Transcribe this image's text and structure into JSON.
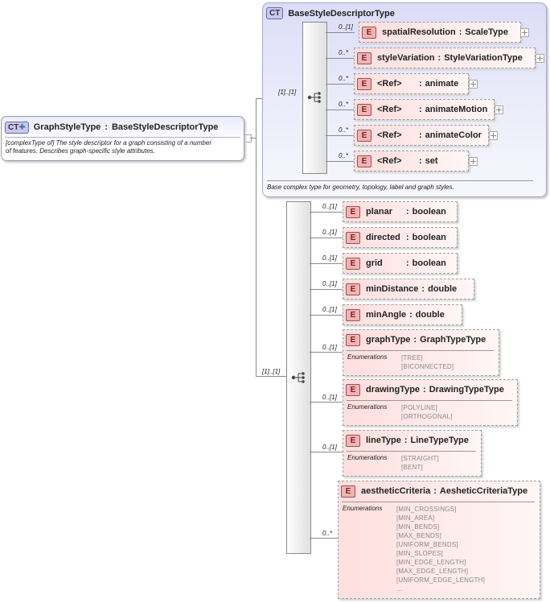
{
  "complex_type": {
    "badge": "CT",
    "name": "GraphStyleType",
    "base": "BaseStyleDescriptorType",
    "doc_prefix": "[complexType of]",
    "doc_line1": " The style descriptor for a graph consisting of a number",
    "doc_line2": "of features. Describes graph-specific style attributes."
  },
  "base_type": {
    "badge": "CT",
    "name": "BaseStyleDescriptorType",
    "doc": "Base complex type for geometry, topology, label and graph styles.",
    "sequence_cardinality": "[1]..[1]",
    "elements": [
      {
        "badge": "E",
        "card": "0..[1]",
        "ref": "",
        "name": "spatialResolution",
        "type": "ScaleType"
      },
      {
        "badge": "E",
        "card": "0..*",
        "ref": "",
        "name": "styleVariation",
        "type": "StyleVariationType"
      },
      {
        "badge": "E",
        "card": "0..*",
        "ref": "<Ref>",
        "name": "",
        "type": "animate"
      },
      {
        "badge": "E",
        "card": "0..*",
        "ref": "<Ref>",
        "name": "",
        "type": "animateMotion"
      },
      {
        "badge": "E",
        "card": "0..*",
        "ref": "<Ref>",
        "name": "",
        "type": "animateColor"
      },
      {
        "badge": "E",
        "card": "0..*",
        "ref": "<Ref>",
        "name": "",
        "type": "set"
      }
    ]
  },
  "graph_sequence": {
    "cardinality": "[1]..[1]",
    "elements": [
      {
        "badge": "E",
        "card": "0..[1]",
        "name": "planar",
        "type": "boolean"
      },
      {
        "badge": "E",
        "card": "0..[1]",
        "name": "directed",
        "type": "boolean"
      },
      {
        "badge": "E",
        "card": "0..[1]",
        "name": "grid",
        "type": "boolean"
      },
      {
        "badge": "E",
        "card": "0..[1]",
        "name": "minDistance",
        "type": "double"
      },
      {
        "badge": "E",
        "card": "0..[1]",
        "name": "minAngle",
        "type": "double"
      },
      {
        "badge": "E",
        "card": "0..[1]",
        "name": "graphType",
        "type": "GraphTypeType",
        "enum_label": "Enumerations",
        "enums": [
          "[TREE]",
          "[BICONNECTED]"
        ]
      },
      {
        "badge": "E",
        "card": "0..[1]",
        "name": "drawingType",
        "type": "DrawingTypeType",
        "enum_label": "Enumerations",
        "enums": [
          "[POLYLINE]",
          "[ORTHOGONAL]"
        ]
      },
      {
        "badge": "E",
        "card": "0..[1]",
        "name": "lineType",
        "type": "LineTypeType",
        "enum_label": "Enumerations",
        "enums": [
          "[STRAIGHT]",
          "[BENT]"
        ]
      },
      {
        "badge": "E",
        "card": "0..*",
        "name": "aestheticCriteria",
        "type": "AesheticCriteriaType",
        "enum_label": "Enumerations",
        "enums": [
          "[MIN_CROSSINGS]",
          "[MIN_AREA]",
          "[MIN_BENDS]",
          "[MAX_BENDS]",
          "[UNIFORM_BENDS]",
          "[MIN_SLOPES]",
          "[MIN_EDGE_LENGTH]",
          "[MAX_EDGE_LENGTH]",
          "[UNIFORM_EDGE_LENGTH]",
          "..."
        ]
      }
    ]
  }
}
